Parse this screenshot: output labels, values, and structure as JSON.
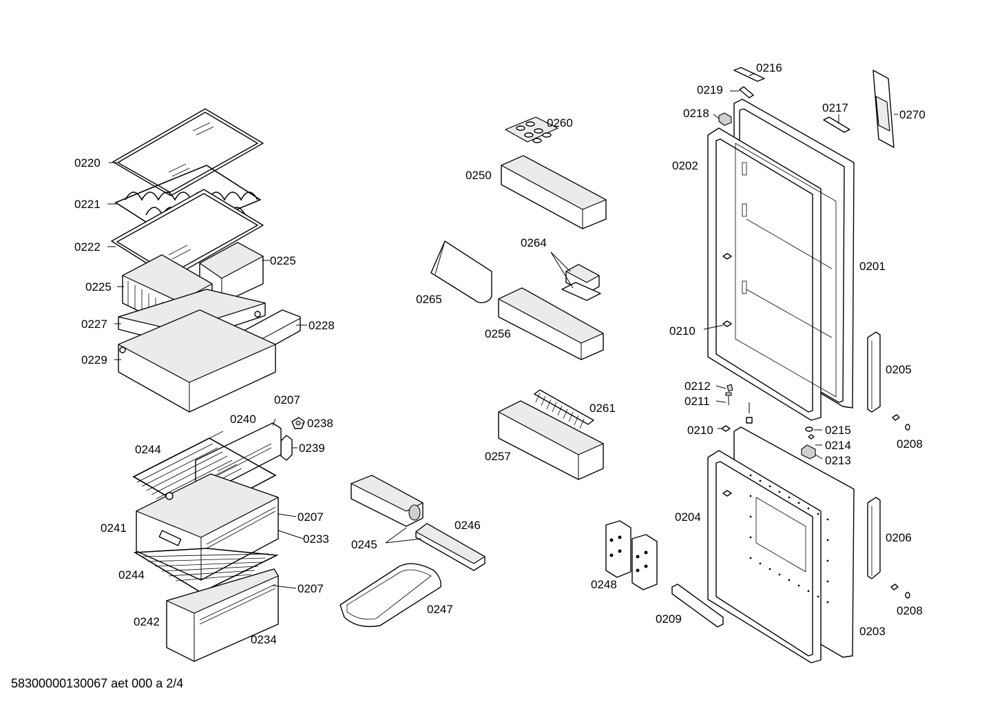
{
  "labels": {
    "l0220": "0220",
    "l0221": "0221",
    "l0222": "0222",
    "l0225a": "0225",
    "l0225b": "0225",
    "l0227": "0227",
    "l0228": "0228",
    "l0229": "0229",
    "l0207a": "0207",
    "l0207b": "0207",
    "l0207c": "0207",
    "l0240": "0240",
    "l0238": "0238",
    "l0239": "0239",
    "l0244a": "0244",
    "l0244b": "0244",
    "l0241": "0241",
    "l0233": "0233",
    "l0242": "0242",
    "l0234": "0234",
    "l0260": "0260",
    "l0250": "0250",
    "l0264": "0264",
    "l0265": "0265",
    "l0256": "0256",
    "l0261": "0261",
    "l0257": "0257",
    "l0245": "0245",
    "l0246": "0246",
    "l0247": "0247",
    "l0248": "0248",
    "l0209": "0209",
    "l0216": "0216",
    "l0219": "0219",
    "l0218": "0218",
    "l0217": "0217",
    "l0270": "0270",
    "l0202": "0202",
    "l0201": "0201",
    "l0210a": "0210",
    "l0210b": "0210",
    "l0212": "0212",
    "l0211": "0211",
    "l0215": "0215",
    "l0214": "0214",
    "l0213": "0213",
    "l0205": "0205",
    "l0208a": "0208",
    "l0208b": "0208",
    "l0204": "0204",
    "l0206": "0206",
    "l0203": "0203"
  },
  "footer": {
    "doc_id": "58300000130067 aet 000 a 2/4"
  }
}
